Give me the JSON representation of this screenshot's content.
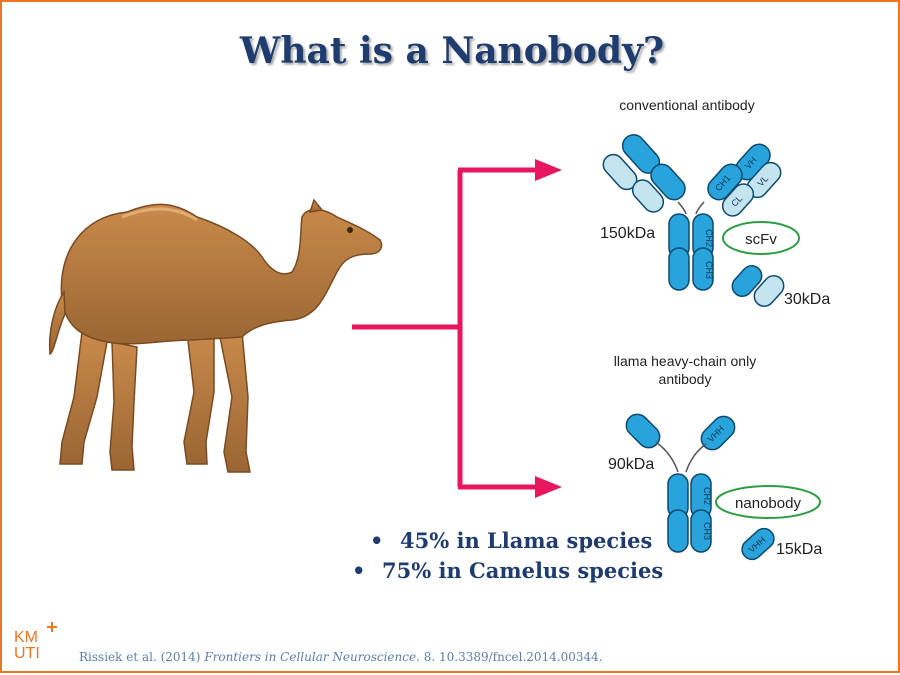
{
  "title": "What is a Nanobody?",
  "conventional": {
    "heading": "conventional antibody",
    "mass": "150kDa",
    "fragment_label": "scFv",
    "fragment_mass": "30kDa",
    "domains": [
      "VH",
      "CH1",
      "VL",
      "CL",
      "CH2",
      "CH3"
    ]
  },
  "llama": {
    "heading_line1": "llama heavy-chain only",
    "heading_line2": "antibody",
    "mass": "90kDa",
    "fragment_label": "nanobody",
    "fragment_mass": "15kDa",
    "domains": [
      "VHH",
      "CH2",
      "CH3"
    ]
  },
  "bullets": [
    "45% in Llama species",
    "75% in Camelus species"
  ],
  "bullet_marker": "•",
  "citation": {
    "authors": "Rissiek et al. (2014)",
    "journal": "Frontiers in Cellular Neuroscience.",
    "rest": "8. 10.3389/fncel.2014.00344."
  },
  "logo": {
    "line1": "KM",
    "line2": "UTI"
  },
  "colors": {
    "border": "#ee7622",
    "title": "#1f3c6e",
    "arrow": "#e8175d",
    "domain_dark": "#29a3db",
    "domain_light": "#c4e4ef",
    "oval": "#2e9e45"
  }
}
